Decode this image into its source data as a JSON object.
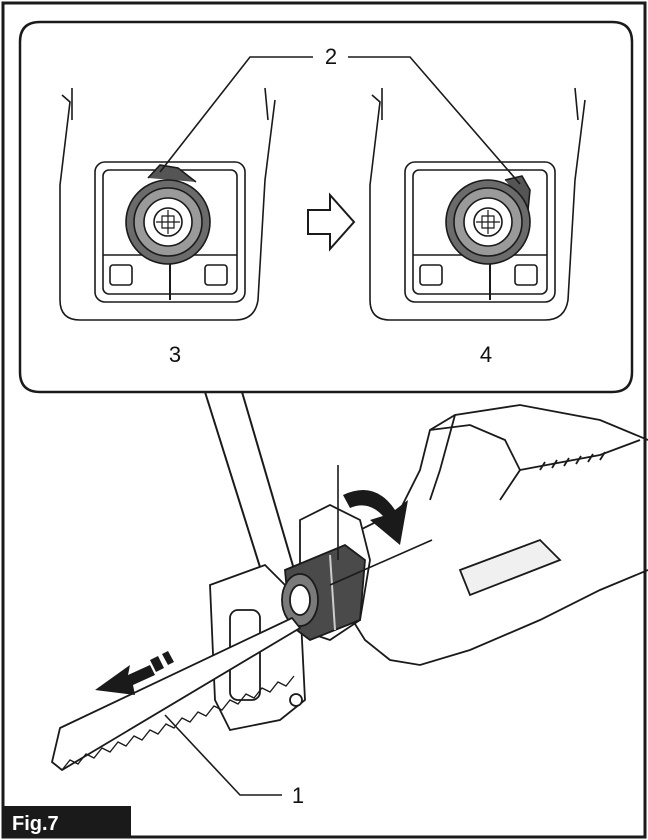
{
  "figure": {
    "caption": "Fig.7",
    "callouts": {
      "c1": "1",
      "c2": "2",
      "c3": "3",
      "c4": "4"
    }
  },
  "colors": {
    "line": "#1a1a1a",
    "caption_bg": "#1a1a1a",
    "caption_text": "#ffffff",
    "part_fill": "#555555"
  }
}
